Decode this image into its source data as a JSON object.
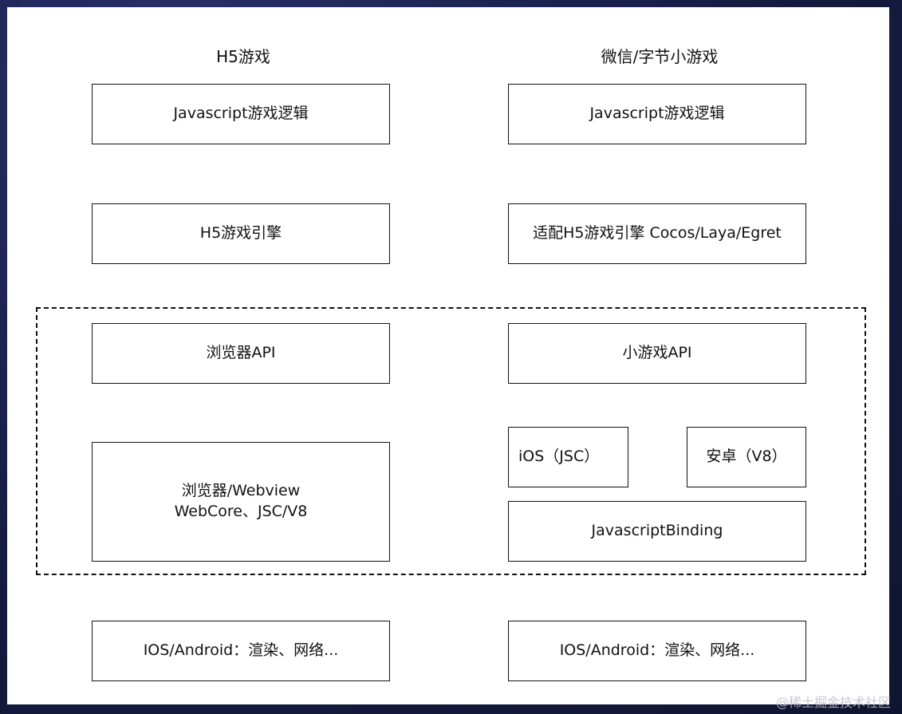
{
  "columns": {
    "left": {
      "title": "H5游戏"
    },
    "right": {
      "title": "微信/字节小游戏"
    }
  },
  "boxes": {
    "left_logic": "Javascript游戏逻辑",
    "left_engine": "H5游戏引擎",
    "left_api": "浏览器API",
    "left_runtime": "浏览器/Webview\nWebCore、JSC/V8",
    "left_os": "IOS/Android：渲染、网络...",
    "right_logic": "Javascript游戏逻辑",
    "right_engine": "适配H5游戏引擎 Cocos/Laya/Egret",
    "right_api": "小游戏API",
    "right_ios": "iOS（JSC）",
    "right_android": "安卓（V8）",
    "right_binding": "JavascriptBinding",
    "right_os": "IOS/Android：渲染、网络..."
  },
  "watermark": "稀土掘金技术社区"
}
